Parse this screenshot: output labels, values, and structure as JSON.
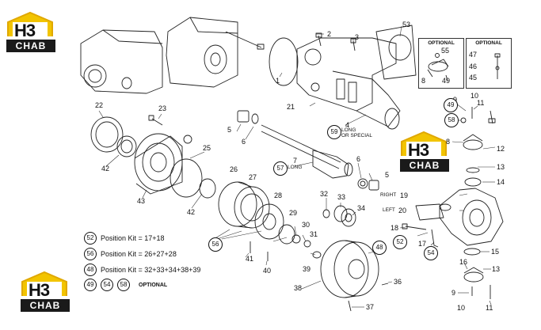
{
  "logo": {
    "mark": "H3",
    "band": "CHAB"
  },
  "callouts": [
    {
      "id": "c1",
      "text": "1"
    },
    {
      "id": "c2",
      "text": "2"
    },
    {
      "id": "c3",
      "text": "3"
    },
    {
      "id": "c4",
      "text": "4"
    },
    {
      "id": "c5a",
      "text": "5"
    },
    {
      "id": "c5b",
      "text": "5"
    },
    {
      "id": "c6a",
      "text": "6"
    },
    {
      "id": "c6b",
      "text": "6"
    },
    {
      "id": "c7",
      "text": "7"
    },
    {
      "id": "c8a",
      "text": "8"
    },
    {
      "id": "c8b",
      "text": "8"
    },
    {
      "id": "c9a",
      "text": "9"
    },
    {
      "id": "c9b",
      "text": "9"
    },
    {
      "id": "c10a",
      "text": "10"
    },
    {
      "id": "c10b",
      "text": "10"
    },
    {
      "id": "c11a",
      "text": "11"
    },
    {
      "id": "c11b",
      "text": "11"
    },
    {
      "id": "c12",
      "text": "12"
    },
    {
      "id": "c13a",
      "text": "13"
    },
    {
      "id": "c13b",
      "text": "13"
    },
    {
      "id": "c14",
      "text": "14"
    },
    {
      "id": "c15",
      "text": "15"
    },
    {
      "id": "c16",
      "text": "16"
    },
    {
      "id": "c17",
      "text": "17"
    },
    {
      "id": "c18",
      "text": "18"
    },
    {
      "id": "c19",
      "text": "19"
    },
    {
      "id": "c20",
      "text": "20"
    },
    {
      "id": "c21",
      "text": "21"
    },
    {
      "id": "c22",
      "text": "22"
    },
    {
      "id": "c23",
      "text": "23"
    },
    {
      "id": "c25",
      "text": "25"
    },
    {
      "id": "c26",
      "text": "26"
    },
    {
      "id": "c27",
      "text": "27"
    },
    {
      "id": "c28",
      "text": "28"
    },
    {
      "id": "c29",
      "text": "29"
    },
    {
      "id": "c30",
      "text": "30"
    },
    {
      "id": "c31",
      "text": "31"
    },
    {
      "id": "c32",
      "text": "32"
    },
    {
      "id": "c33",
      "text": "33"
    },
    {
      "id": "c34",
      "text": "34"
    },
    {
      "id": "c36",
      "text": "36"
    },
    {
      "id": "c37",
      "text": "37"
    },
    {
      "id": "c38",
      "text": "38"
    },
    {
      "id": "c39",
      "text": "39"
    },
    {
      "id": "c40",
      "text": "40"
    },
    {
      "id": "c41",
      "text": "41"
    },
    {
      "id": "c42a",
      "text": "42"
    },
    {
      "id": "c42b",
      "text": "42"
    },
    {
      "id": "c43",
      "text": "43"
    },
    {
      "id": "c45",
      "text": "45"
    },
    {
      "id": "c46",
      "text": "46"
    },
    {
      "id": "c47",
      "text": "47"
    },
    {
      "id": "c49",
      "text": "49"
    },
    {
      "id": "c53",
      "text": "53"
    },
    {
      "id": "c55",
      "text": "55"
    }
  ],
  "circled": [
    {
      "id": "k49a",
      "text": "49"
    },
    {
      "id": "k58a",
      "text": "58"
    },
    {
      "id": "k59",
      "text": "59"
    },
    {
      "id": "k57",
      "text": "57"
    },
    {
      "id": "k56",
      "text": "56"
    },
    {
      "id": "k52",
      "text": "52"
    },
    {
      "id": "k54",
      "text": "54"
    },
    {
      "id": "k48",
      "text": "48"
    }
  ],
  "notes": {
    "long_or_special_1": "LONG",
    "long_or_special_2": "OR SPECIAL",
    "long": "LONG",
    "right": "RIGHT",
    "left": "LEFT"
  },
  "optional_boxes": [
    {
      "title": "OPTIONAL"
    },
    {
      "title": "OPTIONAL"
    }
  ],
  "legend": [
    {
      "badge": "52",
      "text": "Position Kit = 17+18"
    },
    {
      "badge": "56",
      "text": "Position Kit = 26+27+28"
    },
    {
      "badge": "48",
      "text": "Position Kit = 32+33+34+38+39"
    }
  ],
  "legend_optional": {
    "badges": [
      "49",
      "54",
      "58"
    ],
    "text": "OPTIONAL"
  }
}
